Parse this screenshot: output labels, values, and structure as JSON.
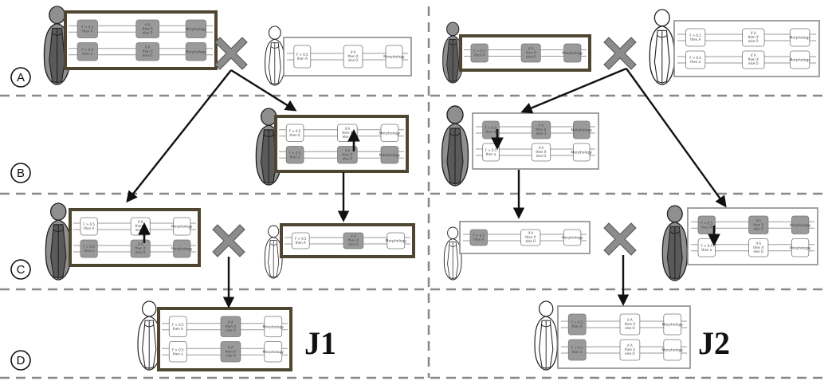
{
  "rows": [
    "A",
    "B",
    "C",
    "D"
  ],
  "labels": {
    "j1": "J1",
    "j2": "J2"
  },
  "gene": {
    "g1": [
      "F > 0.5",
      "then A"
    ],
    "g1b": [
      "F > 0.5",
      "then a"
    ],
    "g2": [
      "if A",
      "then X",
      "else O"
    ],
    "morph": "Morphology"
  },
  "colors": {
    "shaded": "#9a9a9a",
    "frame_dark": "#4e4630",
    "frame_light": "#8a8a8a",
    "dash": "#888888"
  }
}
